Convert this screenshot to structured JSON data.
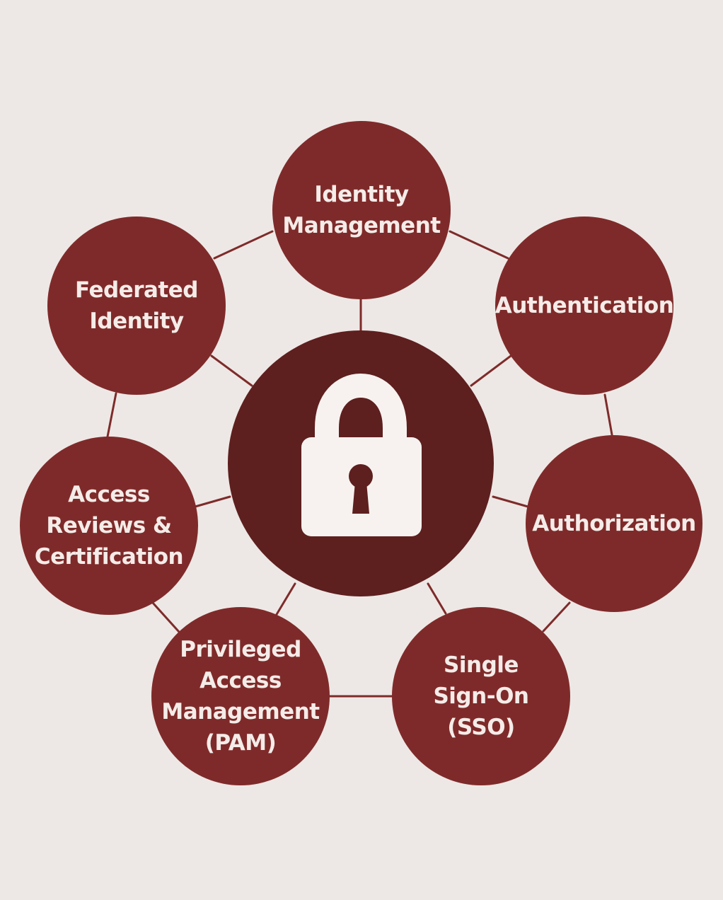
{
  "diagram": {
    "center": {
      "icon": "lock-icon"
    },
    "nodes": [
      {
        "id": "identity-management",
        "label": "Identity\nManagement"
      },
      {
        "id": "authentication",
        "label": "Authentication"
      },
      {
        "id": "authorization",
        "label": "Authorization"
      },
      {
        "id": "single-sign-on",
        "label": "Single\nSign-On\n(SSO)"
      },
      {
        "id": "privileged-access-management",
        "label": "Privileged\nAccess\nManagement\n(PAM)"
      },
      {
        "id": "access-reviews",
        "label": "Access\nReviews &\nCertification"
      },
      {
        "id": "federated-identity",
        "label": "Federated\nIdentity"
      }
    ],
    "colors": {
      "background": "#ede8e5",
      "node_fill": "#7f2a2a",
      "hub_fill": "#5e1f1f",
      "connector": "#7e2b2a",
      "text": "#f4ece8",
      "lock": "#f7f2ef"
    }
  }
}
